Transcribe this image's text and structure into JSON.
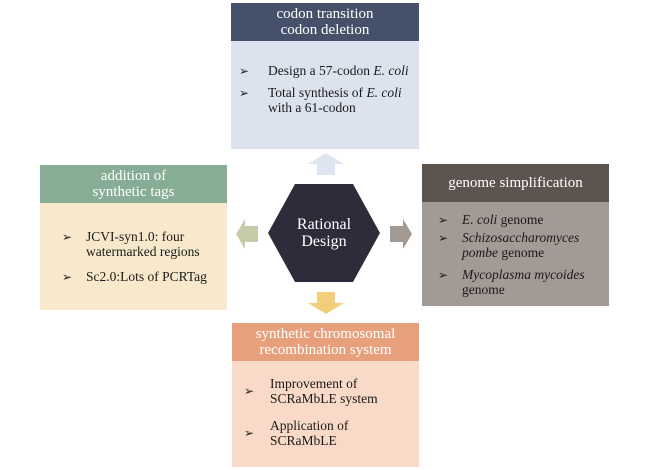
{
  "center": {
    "title_line1": "Rational",
    "title_line2": "Design"
  },
  "colors": {
    "center_fill": "#2f2b3b",
    "top_header": "#45506a",
    "top_body": "#dce3ee",
    "left_header": "#87ae94",
    "left_body": "#f8e9cc",
    "right_header": "#5d5450",
    "right_body": "#a39a96",
    "bottom_header": "#e8a07c",
    "bottom_body": "#f9d9c7",
    "arrow_up": "#dde5f0",
    "arrow_left": "#c4cca8",
    "arrow_right": "#a39a94",
    "arrow_down": "#f2cd7a"
  },
  "bullet_icon": "➢",
  "top": {
    "title_line1": "codon transition",
    "title_line2": "codon deletion",
    "items": [
      {
        "parts": [
          {
            "t": "Design a 57-codon ",
            "i": false
          },
          {
            "t": "E. coli",
            "i": true
          }
        ]
      },
      {
        "parts": [
          {
            "t": "Total synthesis of ",
            "i": false
          },
          {
            "t": "E. coli",
            "i": true
          },
          {
            "t": " with a 61-codon",
            "i": false
          }
        ]
      }
    ]
  },
  "left": {
    "title_line1": "addition of",
    "title_line2": "synthetic tags",
    "items": [
      {
        "parts": [
          {
            "t": "JCVI-syn1.0: four watermarked regions",
            "i": false
          }
        ]
      },
      {
        "parts": [
          {
            "t": "Sc2.0:Lots of PCRTag",
            "i": false
          }
        ]
      }
    ]
  },
  "right": {
    "title_line1": "genome simplification",
    "items": [
      {
        "parts": [
          {
            "t": "E. coli",
            "i": true
          },
          {
            "t": " genome",
            "i": false
          }
        ]
      },
      {
        "parts": [
          {
            "t": "Schizosaccharomyces pombe",
            "i": true
          },
          {
            "t": " genome",
            "i": false
          }
        ]
      },
      {
        "parts": [
          {
            "t": "Mycoplasma mycoides",
            "i": true
          },
          {
            "t": " genome",
            "i": false
          }
        ]
      }
    ]
  },
  "bottom": {
    "title_line1": "synthetic chromosomal",
    "title_line2": "recombination system",
    "items": [
      {
        "parts": [
          {
            "t": "Improvement of SCRaMbLE system",
            "i": false
          }
        ]
      },
      {
        "parts": [
          {
            "t": "Application of SCRaMbLE",
            "i": false
          }
        ]
      }
    ]
  }
}
